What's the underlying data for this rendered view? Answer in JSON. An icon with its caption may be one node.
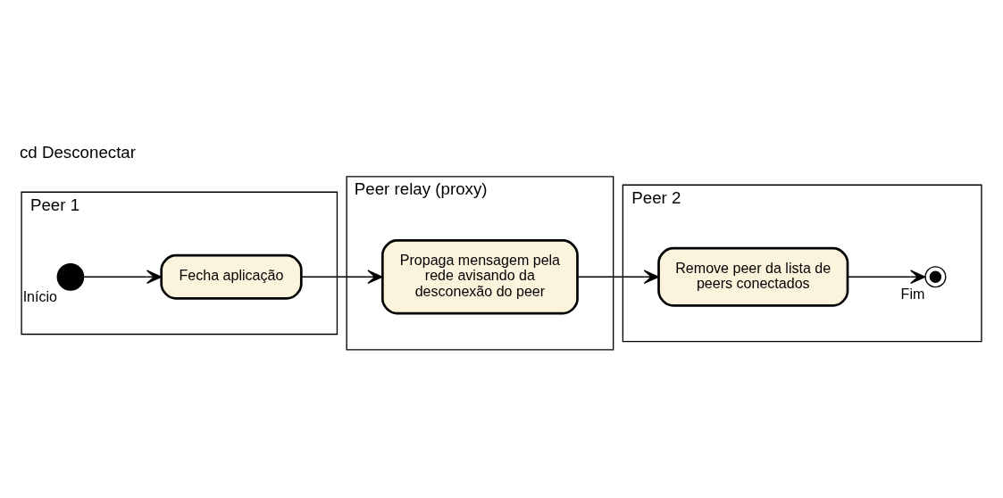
{
  "diagram": {
    "title": "cd Desconectar",
    "nodes": [
      {
        "text": [
          "Peer 1"
        ]
      },
      {
        "text": [
          "Peer relay (proxy)"
        ]
      },
      {
        "text": [
          "Peer 2"
        ]
      },
      {
        "text": [],
        "shape": "circle",
        "in": 0,
        "beside": [
          "Início"
        ]
      },
      {
        "text": [
          "Fecha aplicação"
        ],
        "in": 0
      },
      {
        "text": [
          "Propaga mensagem pela rede avisando da desconexão do peer"
        ],
        "in": 1
      },
      {
        "text": [
          "Remove peer da lista de peers conectados"
        ],
        "in": 2
      },
      {
        "text": [],
        "shape": "circle",
        "in": 2,
        "beside": [
          "Fim"
        ]
      }
    ],
    "edges": [
      {
        "from": 3,
        "to": 4,
        "arrow": "to"
      },
      {
        "from": 4,
        "to": 5,
        "arrow": "to"
      },
      {
        "from": 5,
        "to": 6,
        "arrow": "to"
      },
      {
        "from": 6,
        "to": 7,
        "arrow": "to"
      }
    ]
  }
}
